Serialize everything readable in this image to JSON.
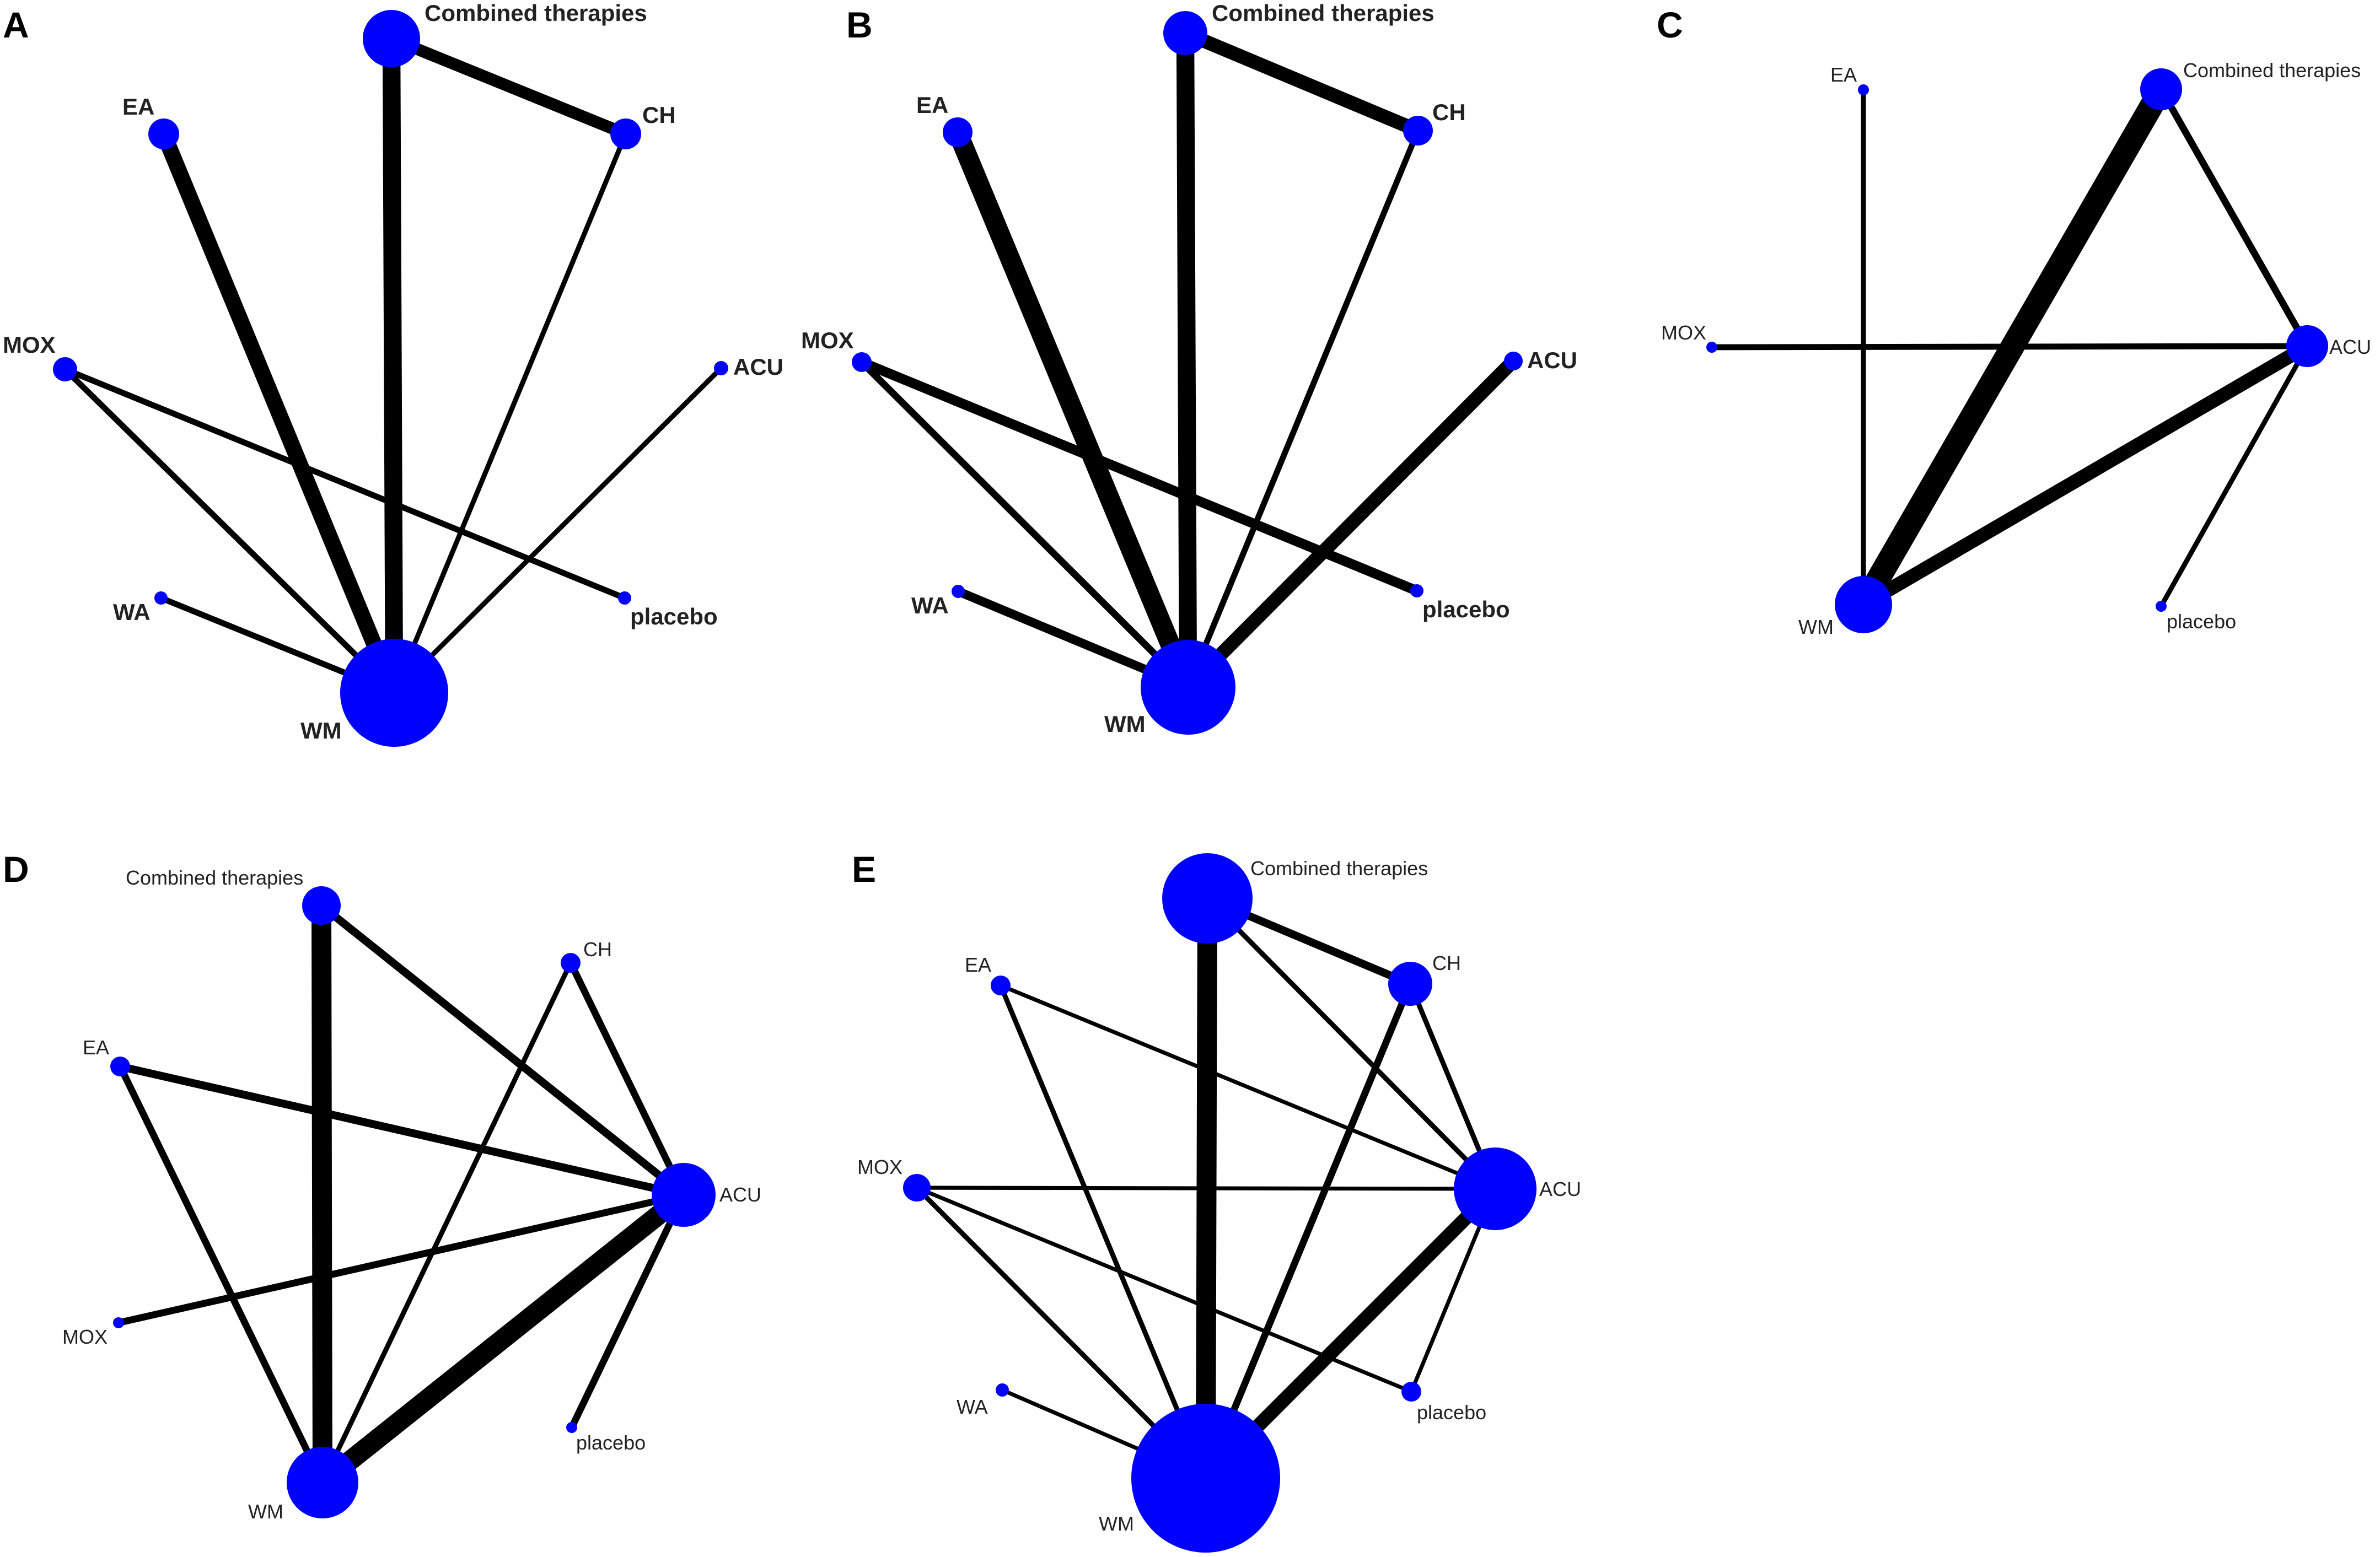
{
  "figure": {
    "panels": [
      {
        "id": "A",
        "letter": "A",
        "nodes": [
          {
            "id": "CT",
            "label": "Combined therapies"
          },
          {
            "id": "CH",
            "label": "CH"
          },
          {
            "id": "EA",
            "label": "EA"
          },
          {
            "id": "MOX",
            "label": "MOX"
          },
          {
            "id": "ACU",
            "label": "ACU"
          },
          {
            "id": "WA",
            "label": "WA"
          },
          {
            "id": "placebo",
            "label": "placebo"
          },
          {
            "id": "WM",
            "label": "WM"
          }
        ],
        "edges": [
          {
            "from": "CT",
            "to": "WM",
            "weight": 9
          },
          {
            "from": "CT",
            "to": "CH",
            "weight": 6
          },
          {
            "from": "EA",
            "to": "WM",
            "weight": 8
          },
          {
            "from": "CH",
            "to": "WM",
            "weight": 2.5
          },
          {
            "from": "MOX",
            "to": "WM",
            "weight": 3
          },
          {
            "from": "MOX",
            "to": "placebo",
            "weight": 3
          },
          {
            "from": "ACU",
            "to": "WM",
            "weight": 2.5
          },
          {
            "from": "WA",
            "to": "WM",
            "weight": 3
          }
        ]
      },
      {
        "id": "B",
        "letter": "B",
        "nodes": [
          {
            "id": "CT",
            "label": "Combined therapies"
          },
          {
            "id": "CH",
            "label": "CH"
          },
          {
            "id": "EA",
            "label": "EA"
          },
          {
            "id": "MOX",
            "label": "MOX"
          },
          {
            "id": "ACU",
            "label": "ACU"
          },
          {
            "id": "WA",
            "label": "WA"
          },
          {
            "id": "placebo",
            "label": "placebo"
          },
          {
            "id": "WM",
            "label": "WM"
          }
        ],
        "edges": [
          {
            "from": "CT",
            "to": "WM",
            "weight": 9
          },
          {
            "from": "CT",
            "to": "CH",
            "weight": 7
          },
          {
            "from": "EA",
            "to": "WM",
            "weight": 10
          },
          {
            "from": "CH",
            "to": "WM",
            "weight": 3
          },
          {
            "from": "MOX",
            "to": "WM",
            "weight": 3.5
          },
          {
            "from": "MOX",
            "to": "placebo",
            "weight": 5
          },
          {
            "from": "ACU",
            "to": "WM",
            "weight": 7
          },
          {
            "from": "WA",
            "to": "WM",
            "weight": 4.5
          }
        ]
      },
      {
        "id": "C",
        "letter": "C",
        "nodes": [
          {
            "id": "EA",
            "label": "EA"
          },
          {
            "id": "CT",
            "label": "Combined therapies"
          },
          {
            "id": "MOX",
            "label": "MOX"
          },
          {
            "id": "ACU",
            "label": "ACU"
          },
          {
            "id": "placebo",
            "label": "placebo"
          },
          {
            "id": "WM",
            "label": "WM"
          }
        ],
        "edges": [
          {
            "from": "EA",
            "to": "WM",
            "weight": 2.5
          },
          {
            "from": "CT",
            "to": "WM",
            "weight": 12
          },
          {
            "from": "CT",
            "to": "ACU",
            "weight": 3.5
          },
          {
            "from": "MOX",
            "to": "ACU",
            "weight": 3
          },
          {
            "from": "ACU",
            "to": "WM",
            "weight": 7
          },
          {
            "from": "ACU",
            "to": "placebo",
            "weight": 2.5
          }
        ]
      },
      {
        "id": "D",
        "letter": "D",
        "nodes": [
          {
            "id": "CT",
            "label": "Combined therapies"
          },
          {
            "id": "CH",
            "label": "CH"
          },
          {
            "id": "EA",
            "label": "EA"
          },
          {
            "id": "ACU",
            "label": "ACU"
          },
          {
            "id": "MOX",
            "label": "MOX"
          },
          {
            "id": "placebo",
            "label": "placebo"
          },
          {
            "id": "WM",
            "label": "WM"
          }
        ],
        "edges": [
          {
            "from": "CT",
            "to": "WM",
            "weight": 10
          },
          {
            "from": "CT",
            "to": "ACU",
            "weight": 4
          },
          {
            "from": "CH",
            "to": "WM",
            "weight": 2.5
          },
          {
            "from": "CH",
            "to": "ACU",
            "weight": 3.5
          },
          {
            "from": "EA",
            "to": "WM",
            "weight": 3.5
          },
          {
            "from": "EA",
            "to": "ACU",
            "weight": 4
          },
          {
            "from": "MOX",
            "to": "ACU",
            "weight": 3.5
          },
          {
            "from": "ACU",
            "to": "WM",
            "weight": 10
          },
          {
            "from": "ACU",
            "to": "placebo",
            "weight": 3.5
          }
        ]
      },
      {
        "id": "E",
        "letter": "E",
        "nodes": [
          {
            "id": "CT",
            "label": "Combined therapies"
          },
          {
            "id": "CH",
            "label": "CH"
          },
          {
            "id": "EA",
            "label": "EA"
          },
          {
            "id": "MOX",
            "label": "MOX"
          },
          {
            "id": "ACU",
            "label": "ACU"
          },
          {
            "id": "WA",
            "label": "WA"
          },
          {
            "id": "placebo",
            "label": "placebo"
          },
          {
            "id": "WM",
            "label": "WM"
          }
        ],
        "edges": [
          {
            "from": "CT",
            "to": "WM",
            "weight": 10
          },
          {
            "from": "CT",
            "to": "CH",
            "weight": 4
          },
          {
            "from": "CT",
            "to": "ACU",
            "weight": 2.5
          },
          {
            "from": "CH",
            "to": "WM",
            "weight": 3.5
          },
          {
            "from": "CH",
            "to": "ACU",
            "weight": 2.5
          },
          {
            "from": "EA",
            "to": "WM",
            "weight": 2.5
          },
          {
            "from": "EA",
            "to": "ACU",
            "weight": 2
          },
          {
            "from": "MOX",
            "to": "ACU",
            "weight": 2
          },
          {
            "from": "MOX",
            "to": "WM",
            "weight": 2.5
          },
          {
            "from": "MOX",
            "to": "placebo",
            "weight": 2
          },
          {
            "from": "ACU",
            "to": "WM",
            "weight": 7
          },
          {
            "from": "ACU",
            "to": "placebo",
            "weight": 2
          },
          {
            "from": "WA",
            "to": "WM",
            "weight": 2
          }
        ]
      }
    ]
  }
}
